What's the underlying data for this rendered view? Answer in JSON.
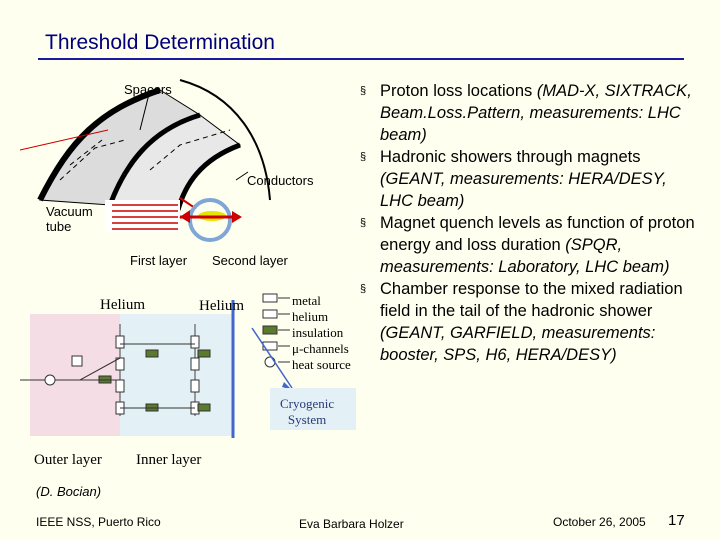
{
  "title": "Threshold Determination",
  "diagram": {
    "spacers": "Spacers",
    "conductors": "Conductors",
    "vacuum_tube": "Vacuum\ntube",
    "first_layer": "First layer",
    "second_layer": "Second layer",
    "helium_left": "Helium",
    "helium_right": "Helium",
    "legend": [
      "metal",
      "helium",
      "insulation",
      "μ-channels",
      "heat source"
    ],
    "cryogenic_system": "Cryogenic\nSystem",
    "outer_layer": "Outer layer",
    "inner_layer": "Inner layer"
  },
  "credit": "(D. Bocian)",
  "bullets": [
    {
      "plain": "Proton loss locations ",
      "italic": "(MAD-X, SIXTRACK, Beam.Loss.Pattern, measurements: LHC beam)"
    },
    {
      "plain": "Hadronic showers through magnets ",
      "italic": "(GEANT, measurements: HERA/DESY, LHC beam)"
    },
    {
      "plain": "Magnet quench levels as function of proton energy and loss duration ",
      "italic": "(SPQR, measurements: Laboratory, LHC beam)"
    },
    {
      "plain": "Chamber response to the mixed radiation field in the tail of the hadronic shower ",
      "italic": "(GEANT, GARFIELD, measurements: booster, SPS, H6, HERA/DESY)"
    }
  ],
  "footer": {
    "left": "IEEE NSS, Puerto Rico",
    "center": "Eva Barbara Holzer",
    "date": "October 26, 2005",
    "page": "17"
  },
  "colors": {
    "title": "#00007a",
    "rule": "#1a1aa0",
    "background": "#fffff0",
    "bullet_marker": "§"
  }
}
